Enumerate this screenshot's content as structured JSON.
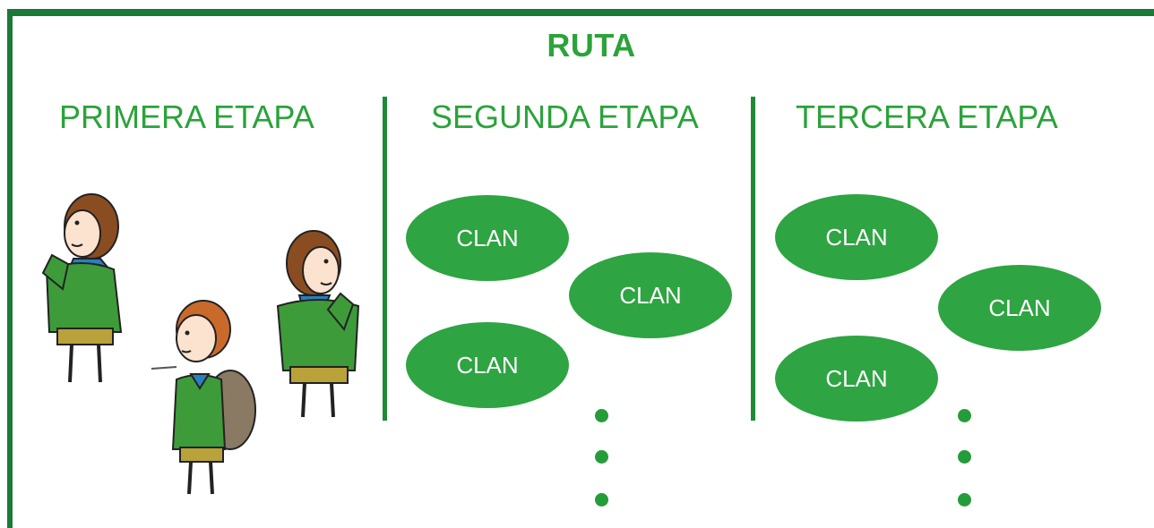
{
  "diagram": {
    "title": "RUTA",
    "stages": [
      {
        "title": "PRIMERA ETAPA"
      },
      {
        "title": "SEGUNDA ETAPA",
        "clans": [
          "CLAN",
          "CLAN",
          "CLAN"
        ]
      },
      {
        "title": "TERCERA ETAPA",
        "clans": [
          "CLAN",
          "CLAN",
          "CLAN"
        ]
      }
    ]
  },
  "colors": {
    "frame": "#1a7a36",
    "title_green": "#2aa33a",
    "clan_fill": "#2ea442",
    "shirt": "#3e9b3a",
    "shorts": "#b9a23a",
    "backpack": "#8a7a63"
  },
  "icons": [
    "scout-thinking-icon",
    "scout-hiker-icon",
    "scout-thinking-icon"
  ]
}
